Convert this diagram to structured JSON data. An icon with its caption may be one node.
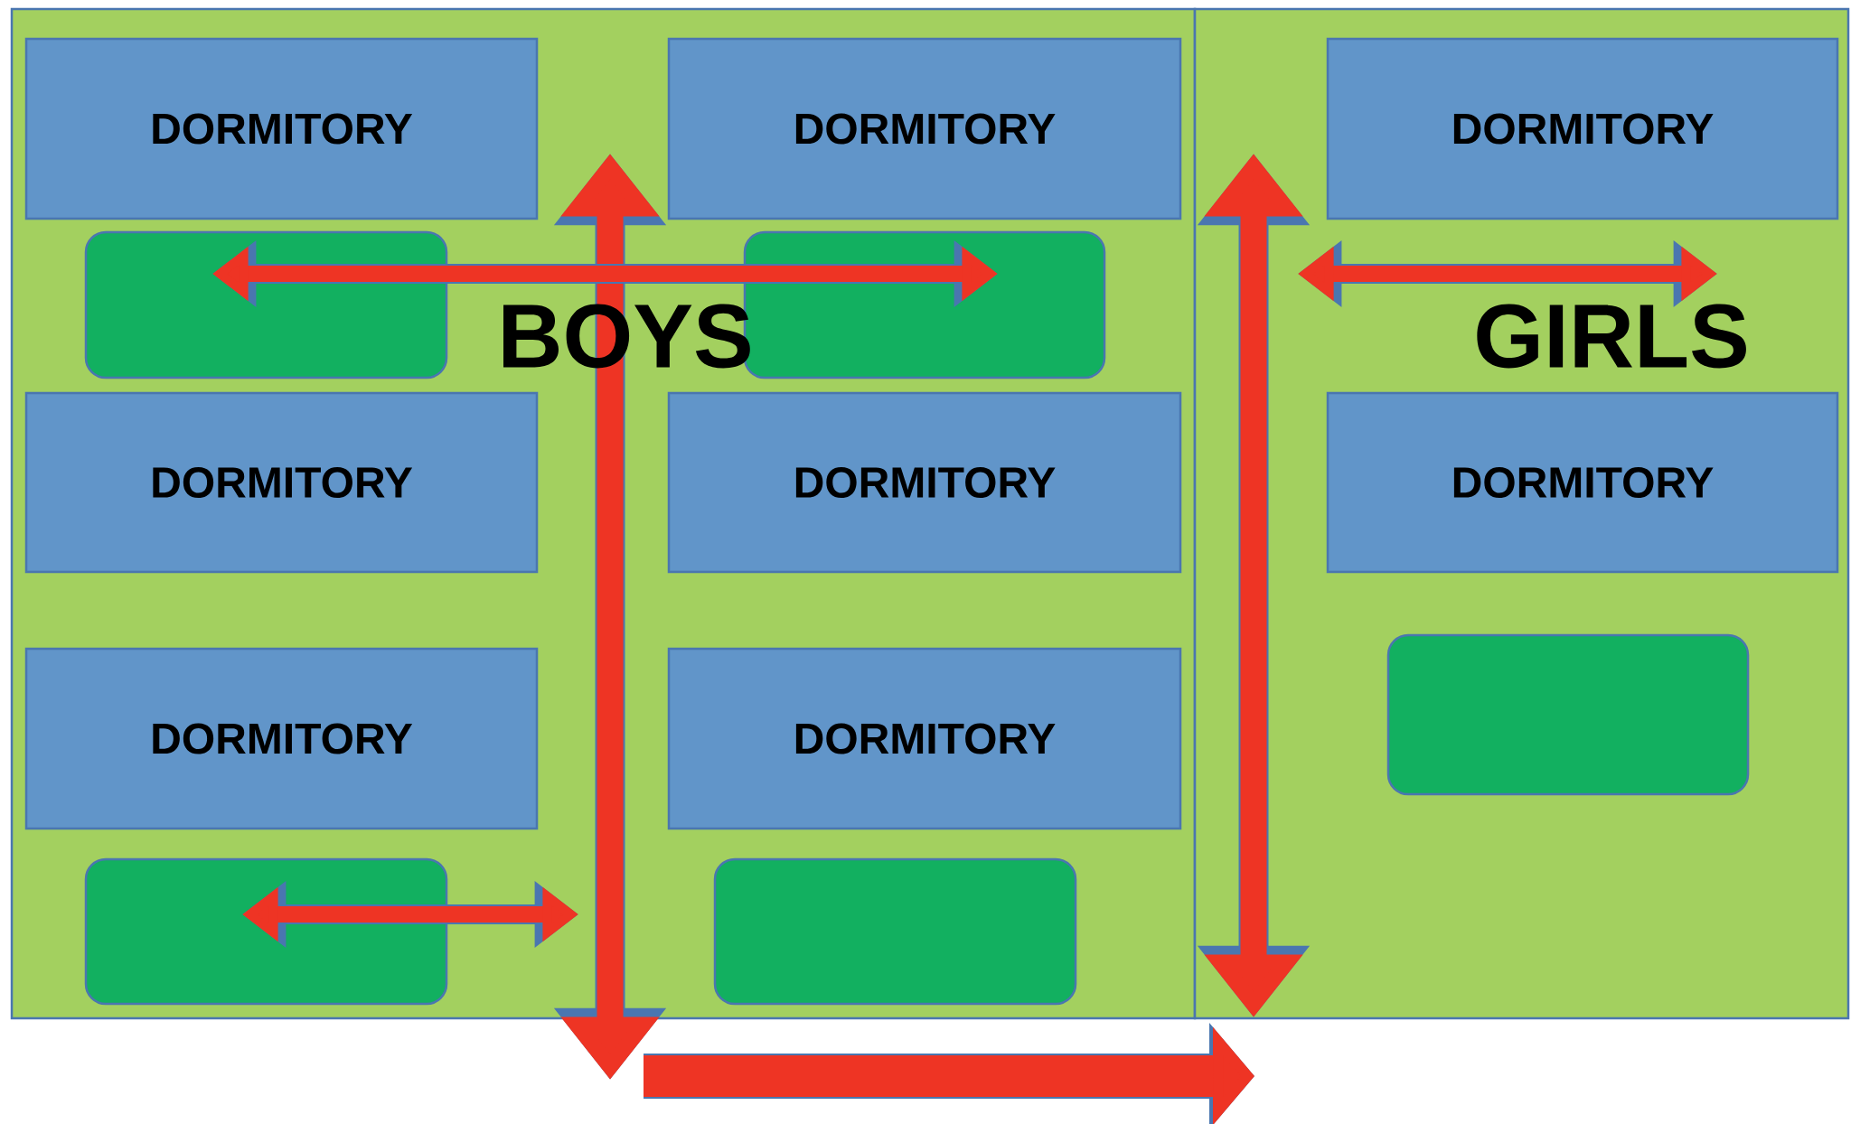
{
  "diagram": {
    "nodes": [
      {
        "text": [
          "BOYS"
        ]
      },
      {
        "text": [
          "DORMITORY"
        ],
        "in": 0
      },
      {
        "text": [
          "DORMITORY"
        ],
        "in": 0
      },
      {
        "text": [
          "DORMITORY"
        ],
        "in": 0
      },
      {
        "text": [
          "DORMITORY"
        ],
        "in": 0
      },
      {
        "text": [
          "DORMITORY"
        ],
        "in": 0
      },
      {
        "text": [
          "DORMITORY"
        ],
        "in": 0
      },
      {
        "text": [],
        "shape": "box",
        "in": 0
      },
      {
        "text": [],
        "shape": "box",
        "in": 0
      },
      {
        "text": [],
        "shape": "box",
        "in": 0
      },
      {
        "text": [],
        "shape": "box",
        "in": 0
      },
      {
        "text": [
          "GIRLS"
        ]
      },
      {
        "text": [
          "DORMITORY"
        ],
        "in": 11
      },
      {
        "text": [
          "DORMITORY"
        ],
        "in": 11
      },
      {
        "text": [],
        "shape": "box",
        "in": 11
      }
    ],
    "edges": [
      {
        "from": 7,
        "to": 8,
        "arrow": "both"
      },
      {
        "from": 9,
        "to": null,
        "arrow": "both"
      }
    ]
  }
}
